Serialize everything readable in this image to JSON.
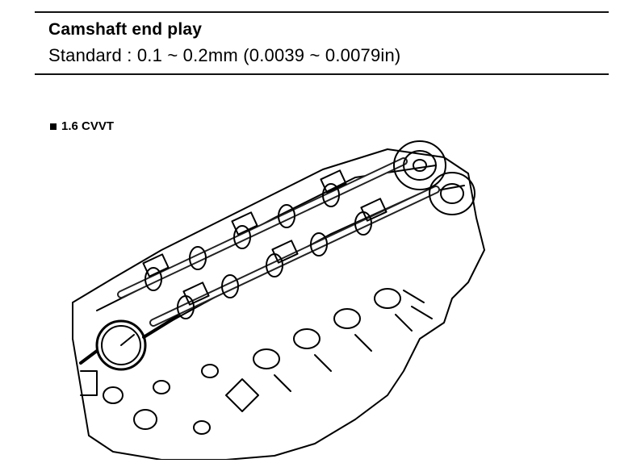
{
  "spec": {
    "title": "Camshaft end play",
    "standard": "Standard : 0.1 ~ 0.2mm (0.0039 ~ 0.0079in)"
  },
  "section": {
    "label": "1.6 CVVT"
  },
  "figure": {
    "icon": "engine-cylinder-head-illustration",
    "subject": "dial-gauge-measuring-camshaft-end-play"
  }
}
